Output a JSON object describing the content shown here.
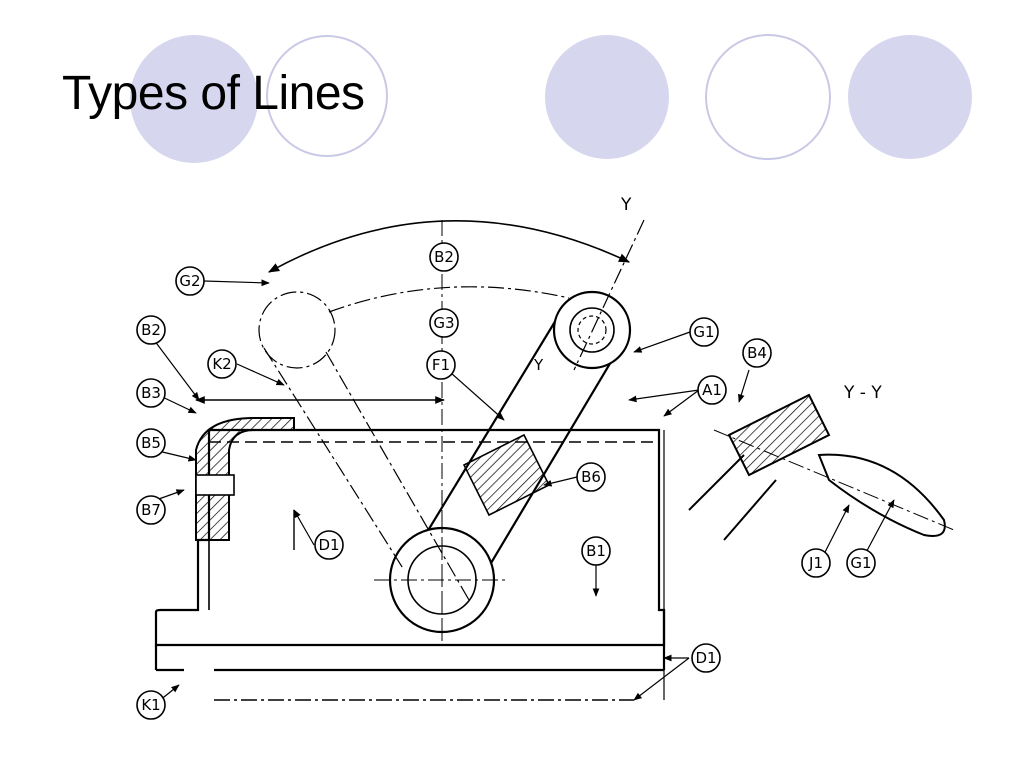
{
  "slide": {
    "title": "Types of Lines",
    "circle_fill": "#d6d6ef",
    "circle_outline": "#c9c9e6"
  },
  "diagram": {
    "labels": [
      "B2",
      "G2",
      "G3",
      "B2",
      "K2",
      "B3",
      "F1",
      "Y",
      "G1",
      "B4",
      "A1",
      "B5",
      "B6",
      "B7",
      "D1",
      "B1",
      "J1",
      "G1",
      "D1",
      "K1"
    ],
    "section_marks": [
      "Y",
      "Y - Y"
    ]
  }
}
